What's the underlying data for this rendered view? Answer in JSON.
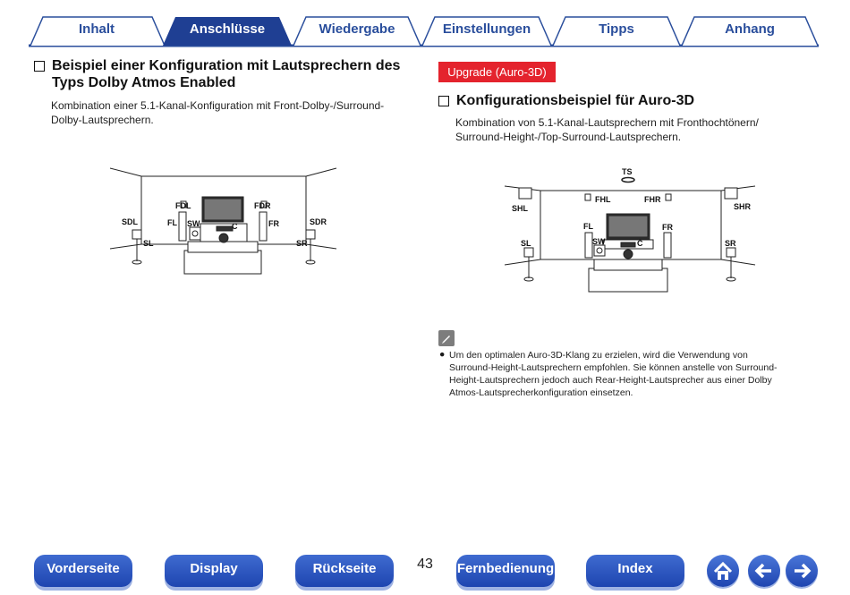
{
  "tabs": [
    {
      "label": "Inhalt",
      "active": false
    },
    {
      "label": "Anschlüsse",
      "active": true
    },
    {
      "label": "Wiedergabe",
      "active": false
    },
    {
      "label": "Einstellungen",
      "active": false
    },
    {
      "label": "Tipps",
      "active": false
    },
    {
      "label": "Anhang",
      "active": false
    }
  ],
  "left": {
    "heading_line1": "Beispiel einer Konfiguration mit Lautsprechern des",
    "heading_line2": "Typs Dolby Atmos Enabled",
    "text_line1": "Kombination einer 5.1-Kanal-Konfiguration mit Front-Dolby-/Surround-",
    "text_line2": "Dolby-Lautsprechern.",
    "diagram_labels": {
      "fdl": "FDL",
      "fdr": "FDR",
      "sdl": "SDL",
      "sdr": "SDR",
      "fl": "FL",
      "fr": "FR",
      "sw": "SW",
      "c": "C",
      "sl": "SL",
      "sr": "SR"
    }
  },
  "right": {
    "badge": "Upgrade (Auro-3D)",
    "heading": "Konfigurationsbeispiel für Auro-3D",
    "text_line1": "Kombination von 5.1-Kanal-Lautsprechern mit Fronthochtönern/",
    "text_line2": "Surround-Height-/Top-Surround-Lautsprechern.",
    "diagram_labels": {
      "ts": "TS",
      "fhl": "FHL",
      "fhr": "FHR",
      "shl": "SHL",
      "shr": "SHR",
      "fl": "FL",
      "fr": "FR",
      "sw": "SW",
      "c": "C",
      "sl": "SL",
      "sr": "SR"
    },
    "note_lines": [
      "Um den optimalen Auro-3D-Klang zu erzielen, wird die Verwendung von",
      "Surround-Height-Lautsprechern empfohlen. Sie können anstelle von Surround-",
      "Height-Lautsprechern jedoch auch Rear-Height-Lautsprecher aus einer Dolby",
      "Atmos-Lautsprecherkonfiguration einsetzen."
    ]
  },
  "bottom_nav": {
    "vorderseite": "Vorderseite",
    "display": "Display",
    "rueckseite": "Rückseite",
    "page_number": "43",
    "fernbedienung": "Fernbedienung",
    "index": "Index"
  },
  "icons": {
    "home": "home-icon",
    "back": "arrow-left-icon",
    "forward": "arrow-right-icon",
    "note": "pencil-note-icon"
  },
  "colors": {
    "tab_active": "#1f3f93",
    "tab_border": "#2a4e9c",
    "badge": "#e4232d",
    "nav_button": "#2a55c0"
  }
}
